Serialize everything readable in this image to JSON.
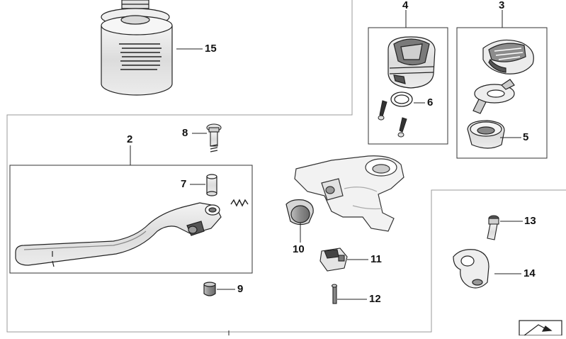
{
  "diagram": {
    "callouts": [
      {
        "id": "c1",
        "text": "15"
      },
      {
        "id": "c2",
        "text": "4"
      },
      {
        "id": "c3",
        "text": "3"
      },
      {
        "id": "c4",
        "text": "6"
      },
      {
        "id": "c5",
        "text": "5"
      },
      {
        "id": "c6",
        "text": "8"
      },
      {
        "id": "c7",
        "text": "2"
      },
      {
        "id": "c8",
        "text": "7"
      },
      {
        "id": "c9",
        "text": "10"
      },
      {
        "id": "c10",
        "text": "11"
      },
      {
        "id": "c11",
        "text": "12"
      },
      {
        "id": "c12",
        "text": "9"
      },
      {
        "id": "c13",
        "text": "13"
      },
      {
        "id": "c14",
        "text": "14"
      }
    ]
  }
}
